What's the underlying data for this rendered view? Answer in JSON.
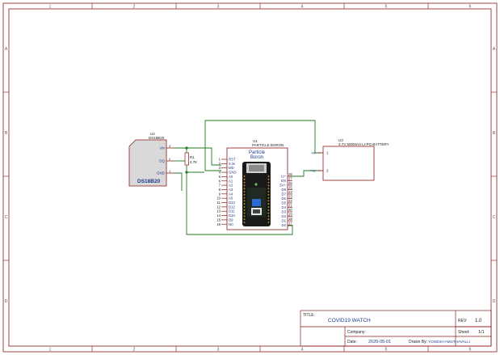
{
  "frame": {
    "columns": [
      "1",
      "2",
      "3",
      "4",
      "5",
      "6"
    ],
    "rows": [
      "A",
      "B",
      "C",
      "D"
    ],
    "border_color": "#8b1a1a"
  },
  "u2": {
    "ref": "U2",
    "part": "DS18B20",
    "pins": [
      {
        "num": "3",
        "name": "Vin"
      },
      {
        "num": "2",
        "name": "DQ"
      },
      {
        "num": "1",
        "name": "GND"
      }
    ],
    "body_label": "DS18B20"
  },
  "r1": {
    "ref": "R1",
    "value": "4.7K"
  },
  "u1": {
    "ref": "U1",
    "part": "PARTICLE BORON",
    "title_line1": "Particle",
    "title_line2": "Boron",
    "left_pins": [
      {
        "num": "1",
        "name": "RST"
      },
      {
        "num": "2",
        "name": "3.3v"
      },
      {
        "num": "3",
        "name": "MD"
      },
      {
        "num": "4",
        "name": "GND"
      },
      {
        "num": "5",
        "name": "A0"
      },
      {
        "num": "6",
        "name": "A1"
      },
      {
        "num": "7",
        "name": "A2"
      },
      {
        "num": "8",
        "name": "A3"
      },
      {
        "num": "9",
        "name": "A4"
      },
      {
        "num": "10",
        "name": "A5"
      },
      {
        "num": "11",
        "name": "D13"
      },
      {
        "num": "12",
        "name": "D12"
      },
      {
        "num": "13",
        "name": "D11"
      },
      {
        "num": "14",
        "name": "D10"
      },
      {
        "num": "15",
        "name": "D9"
      },
      {
        "num": "16",
        "name": "NC"
      }
    ],
    "right_pins": [
      {
        "num": "28",
        "name": "LI+"
      },
      {
        "num": "27",
        "name": "EN"
      },
      {
        "num": "26",
        "name": "5V+"
      },
      {
        "num": "25",
        "name": "D8"
      },
      {
        "num": "24",
        "name": "D7"
      },
      {
        "num": "23",
        "name": "D6"
      },
      {
        "num": "22",
        "name": "D5"
      },
      {
        "num": "21",
        "name": "D4"
      },
      {
        "num": "20",
        "name": "D3"
      },
      {
        "num": "19",
        "name": "D2"
      },
      {
        "num": "18",
        "name": "D1"
      },
      {
        "num": "17",
        "name": "D0"
      }
    ]
  },
  "u3": {
    "ref": "U3",
    "part": "3.7V 500MAH LI-PO BATTERY",
    "pins": [
      {
        "num": "1",
        "name": "-ve"
      },
      {
        "num": "2",
        "name": "+ve"
      }
    ]
  },
  "title_block": {
    "title_label": "TITLE:",
    "title_value": "COVID19 WATCH",
    "rev_label": "REV:",
    "rev_value": "1.0",
    "company_label": "Company:",
    "company_value": "",
    "sheet_label": "Sheet:",
    "sheet_value": "1/1",
    "date_label": "Date:",
    "date_value": "2020-05-01",
    "drawn_label": "Drawn By:",
    "drawn_value": "YOGESH AMUTHAVALLI"
  },
  "colors": {
    "wire": "#1f7a1f",
    "component": "#8b1a1a",
    "text": "#222222",
    "pin_text": "#1f3a8a",
    "device_fill": "#d9d9d9"
  }
}
